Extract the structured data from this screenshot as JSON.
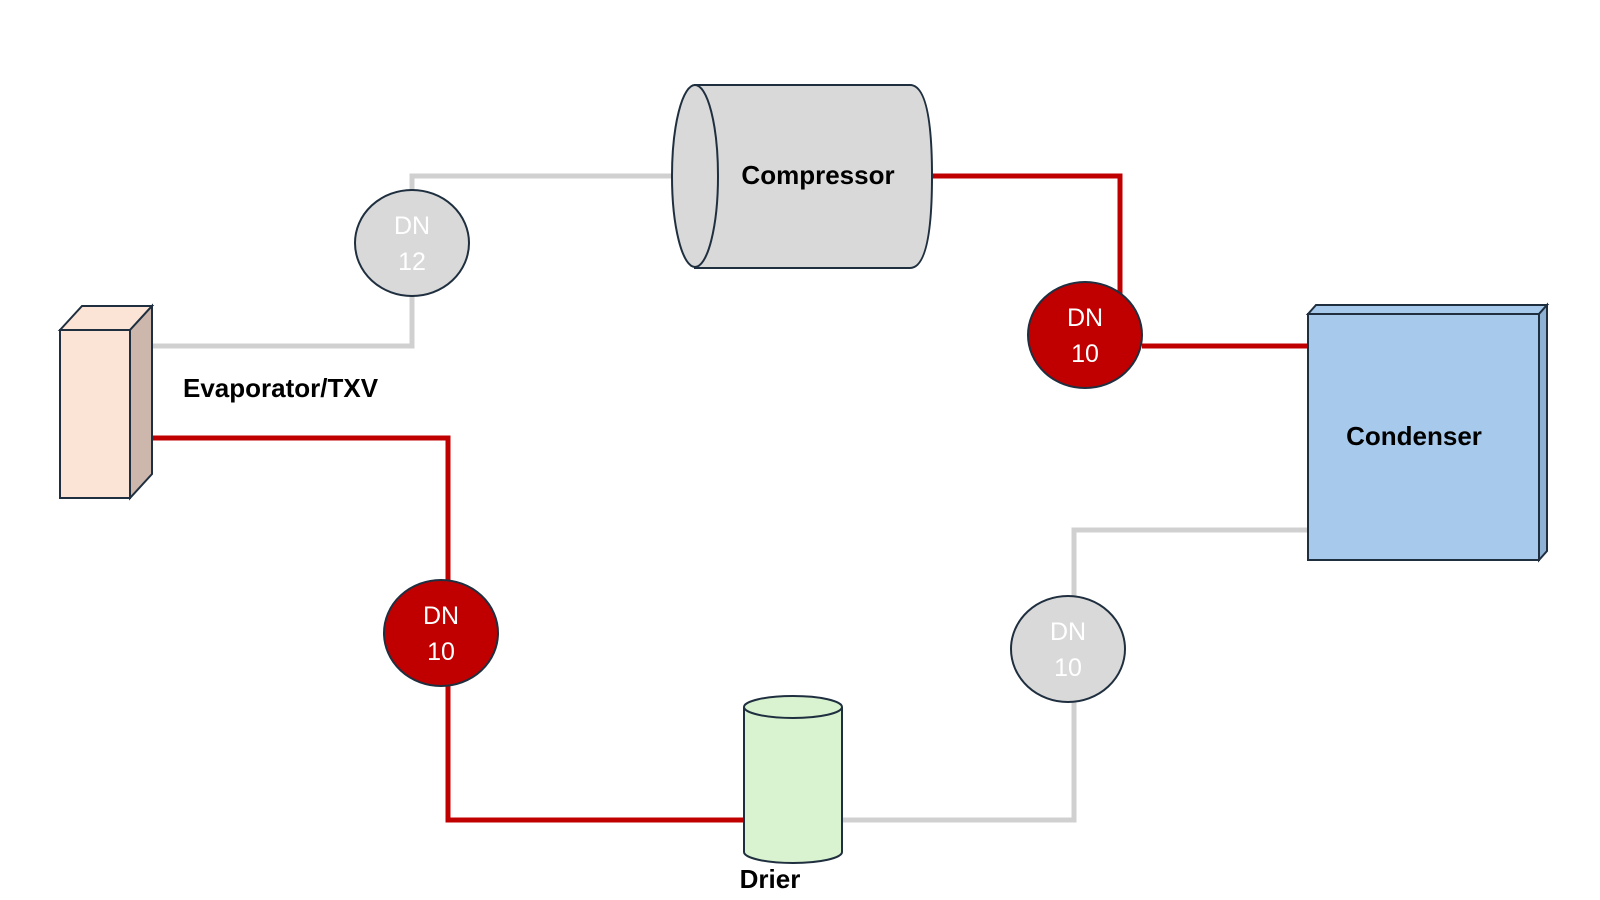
{
  "colors": {
    "pipe_hot": "#c00000",
    "pipe_cold": "#d0d0d0",
    "compressor_fill": "#d9d9d9",
    "condenser_front": "#a6c9ec",
    "condenser_side": "#8fb1d3",
    "evaporator_front": "#fbe3d6",
    "evaporator_side": "#cdb6ab",
    "drier_fill": "#d9f2d0",
    "dn_hot_fill": "#c00000",
    "dn_cold_fill": "#d9d9d9",
    "dn_text": "#ffffff"
  },
  "components": {
    "compressor": {
      "label": "Compressor"
    },
    "condenser": {
      "label": "Condenser"
    },
    "evaporator": {
      "label": "Evaporator/TXV"
    },
    "drier": {
      "label": "Drier"
    }
  },
  "pipe_sizes": {
    "suction": {
      "line1": "DN",
      "line2": "12",
      "state": "cold"
    },
    "discharge": {
      "line1": "DN",
      "line2": "10",
      "state": "hot"
    },
    "liquid_condenser": {
      "line1": "DN",
      "line2": "10",
      "state": "cold"
    },
    "liquid_evaporator": {
      "line1": "DN",
      "line2": "10",
      "state": "hot"
    }
  }
}
